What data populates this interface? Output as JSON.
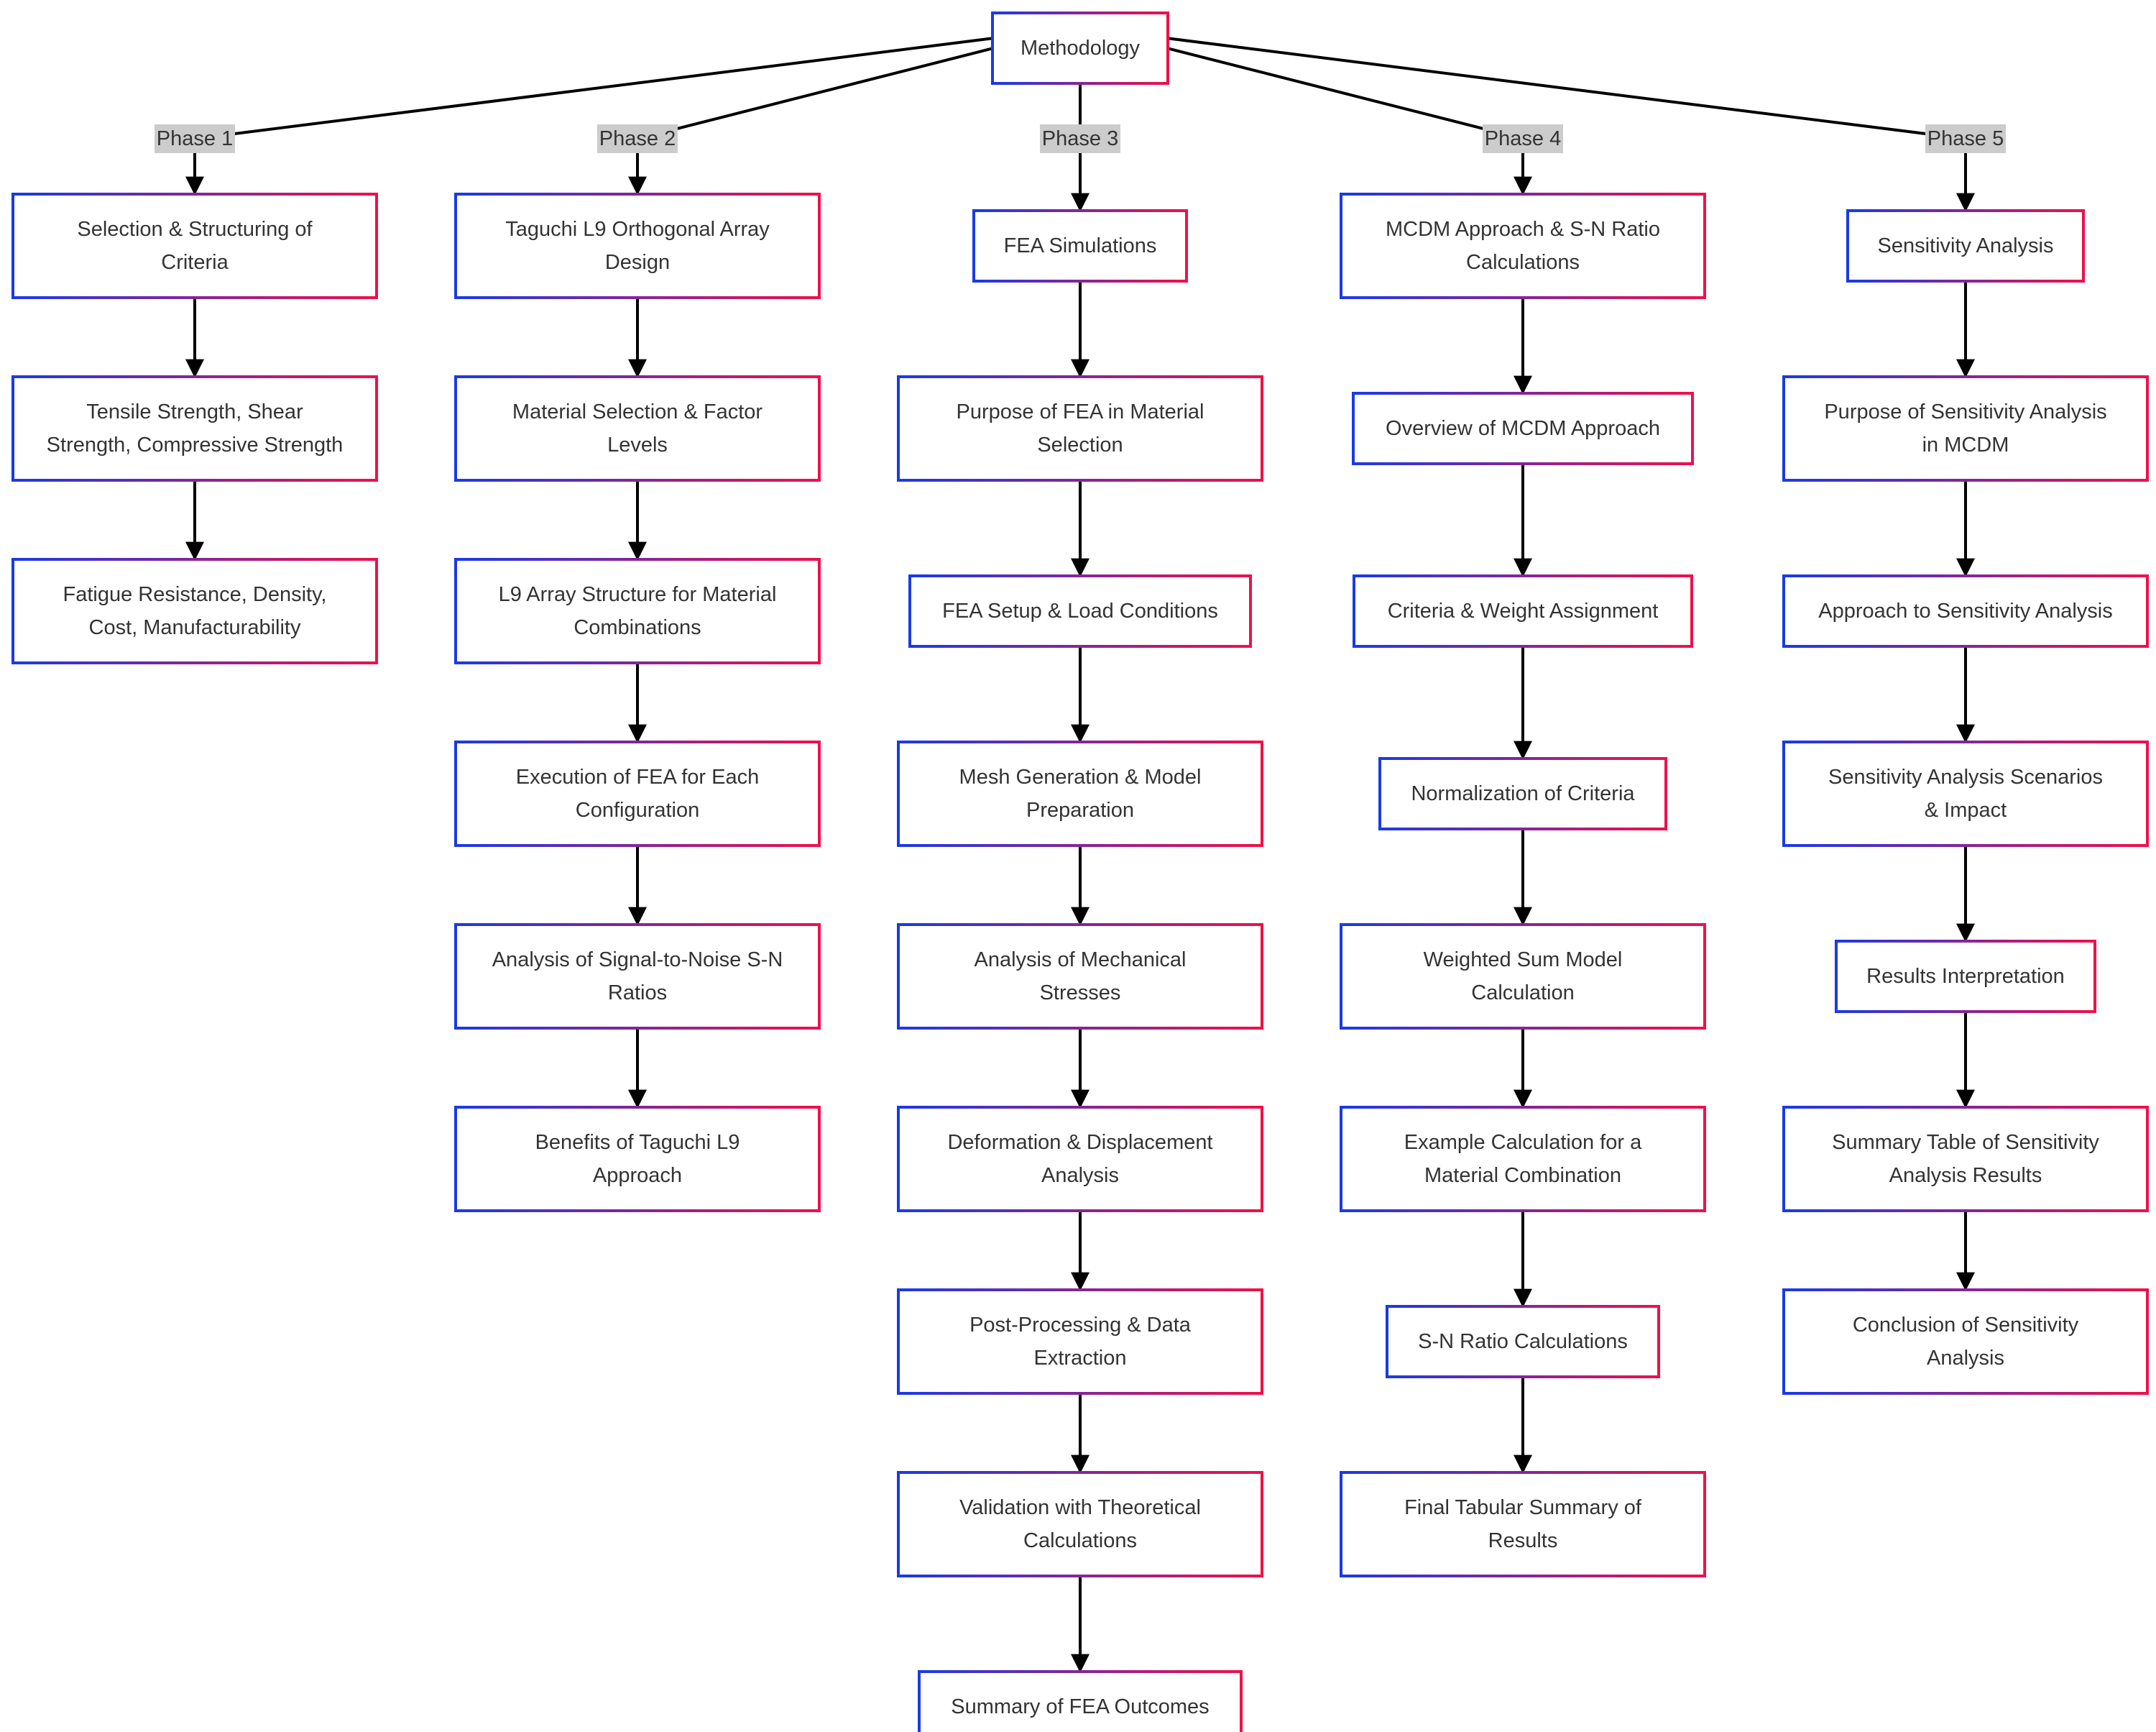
{
  "colors": {
    "edge": "#000000",
    "label_bg": "#cccccc",
    "border_start": "#1a3ae6",
    "border_end": "#f0104a",
    "text": "#333333"
  },
  "root": {
    "id": "root",
    "label": [
      "Methodology"
    ]
  },
  "phases": [
    {
      "label": "Phase 1",
      "nodes": [
        {
          "id": "p1n1",
          "label": [
            "Selection & Structuring of",
            "Criteria"
          ]
        },
        {
          "id": "p1n2",
          "label": [
            "Tensile Strength, Shear",
            "Strength, Compressive Strength"
          ]
        },
        {
          "id": "p1n3",
          "label": [
            "Fatigue Resistance, Density,",
            "Cost, Manufacturability"
          ]
        }
      ]
    },
    {
      "label": "Phase 2",
      "nodes": [
        {
          "id": "p2n1",
          "label": [
            "Taguchi L9 Orthogonal Array",
            "Design"
          ]
        },
        {
          "id": "p2n2",
          "label": [
            "Material Selection & Factor",
            "Levels"
          ]
        },
        {
          "id": "p2n3",
          "label": [
            "L9 Array Structure for Material",
            "Combinations"
          ]
        },
        {
          "id": "p2n4",
          "label": [
            "Execution of FEA for Each",
            "Configuration"
          ]
        },
        {
          "id": "p2n5",
          "label": [
            "Analysis of Signal-to-Noise S-N",
            "Ratios"
          ]
        },
        {
          "id": "p2n6",
          "label": [
            "Benefits of Taguchi L9",
            "Approach"
          ]
        }
      ]
    },
    {
      "label": "Phase 3",
      "nodes": [
        {
          "id": "p3n1",
          "label": [
            "FEA Simulations"
          ]
        },
        {
          "id": "p3n2",
          "label": [
            "Purpose of FEA in Material",
            "Selection"
          ]
        },
        {
          "id": "p3n3",
          "label": [
            "FEA Setup & Load Conditions"
          ]
        },
        {
          "id": "p3n4",
          "label": [
            "Mesh Generation & Model",
            "Preparation"
          ]
        },
        {
          "id": "p3n5",
          "label": [
            "Analysis of Mechanical",
            "Stresses"
          ]
        },
        {
          "id": "p3n6",
          "label": [
            "Deformation & Displacement",
            "Analysis"
          ]
        },
        {
          "id": "p3n7",
          "label": [
            "Post-Processing & Data",
            "Extraction"
          ]
        },
        {
          "id": "p3n8",
          "label": [
            "Validation with Theoretical",
            "Calculations"
          ]
        },
        {
          "id": "p3n9",
          "label": [
            "Summary of FEA Outcomes"
          ]
        }
      ]
    },
    {
      "label": "Phase 4",
      "nodes": [
        {
          "id": "p4n1",
          "label": [
            "MCDM Approach & S-N Ratio",
            "Calculations"
          ]
        },
        {
          "id": "p4n2",
          "label": [
            "Overview of MCDM Approach"
          ]
        },
        {
          "id": "p4n3",
          "label": [
            "Criteria & Weight Assignment"
          ]
        },
        {
          "id": "p4n4",
          "label": [
            "Normalization of Criteria"
          ]
        },
        {
          "id": "p4n5",
          "label": [
            "Weighted Sum Model",
            "Calculation"
          ]
        },
        {
          "id": "p4n6",
          "label": [
            "Example Calculation for a",
            "Material Combination"
          ]
        },
        {
          "id": "p4n7",
          "label": [
            "S-N Ratio Calculations"
          ]
        },
        {
          "id": "p4n8",
          "label": [
            "Final Tabular Summary of",
            "Results"
          ]
        }
      ]
    },
    {
      "label": "Phase 5",
      "nodes": [
        {
          "id": "p5n1",
          "label": [
            "Sensitivity Analysis"
          ]
        },
        {
          "id": "p5n2",
          "label": [
            "Purpose of Sensitivity Analysis",
            "in MCDM"
          ]
        },
        {
          "id": "p5n3",
          "label": [
            "Approach to Sensitivity Analysis"
          ]
        },
        {
          "id": "p5n4",
          "label": [
            "Sensitivity Analysis Scenarios",
            "& Impact"
          ]
        },
        {
          "id": "p5n5",
          "label": [
            "Results Interpretation"
          ]
        },
        {
          "id": "p5n6",
          "label": [
            "Summary Table of Sensitivity",
            "Analysis Results"
          ]
        },
        {
          "id": "p5n7",
          "label": [
            "Conclusion of Sensitivity",
            "Analysis"
          ]
        }
      ]
    }
  ]
}
